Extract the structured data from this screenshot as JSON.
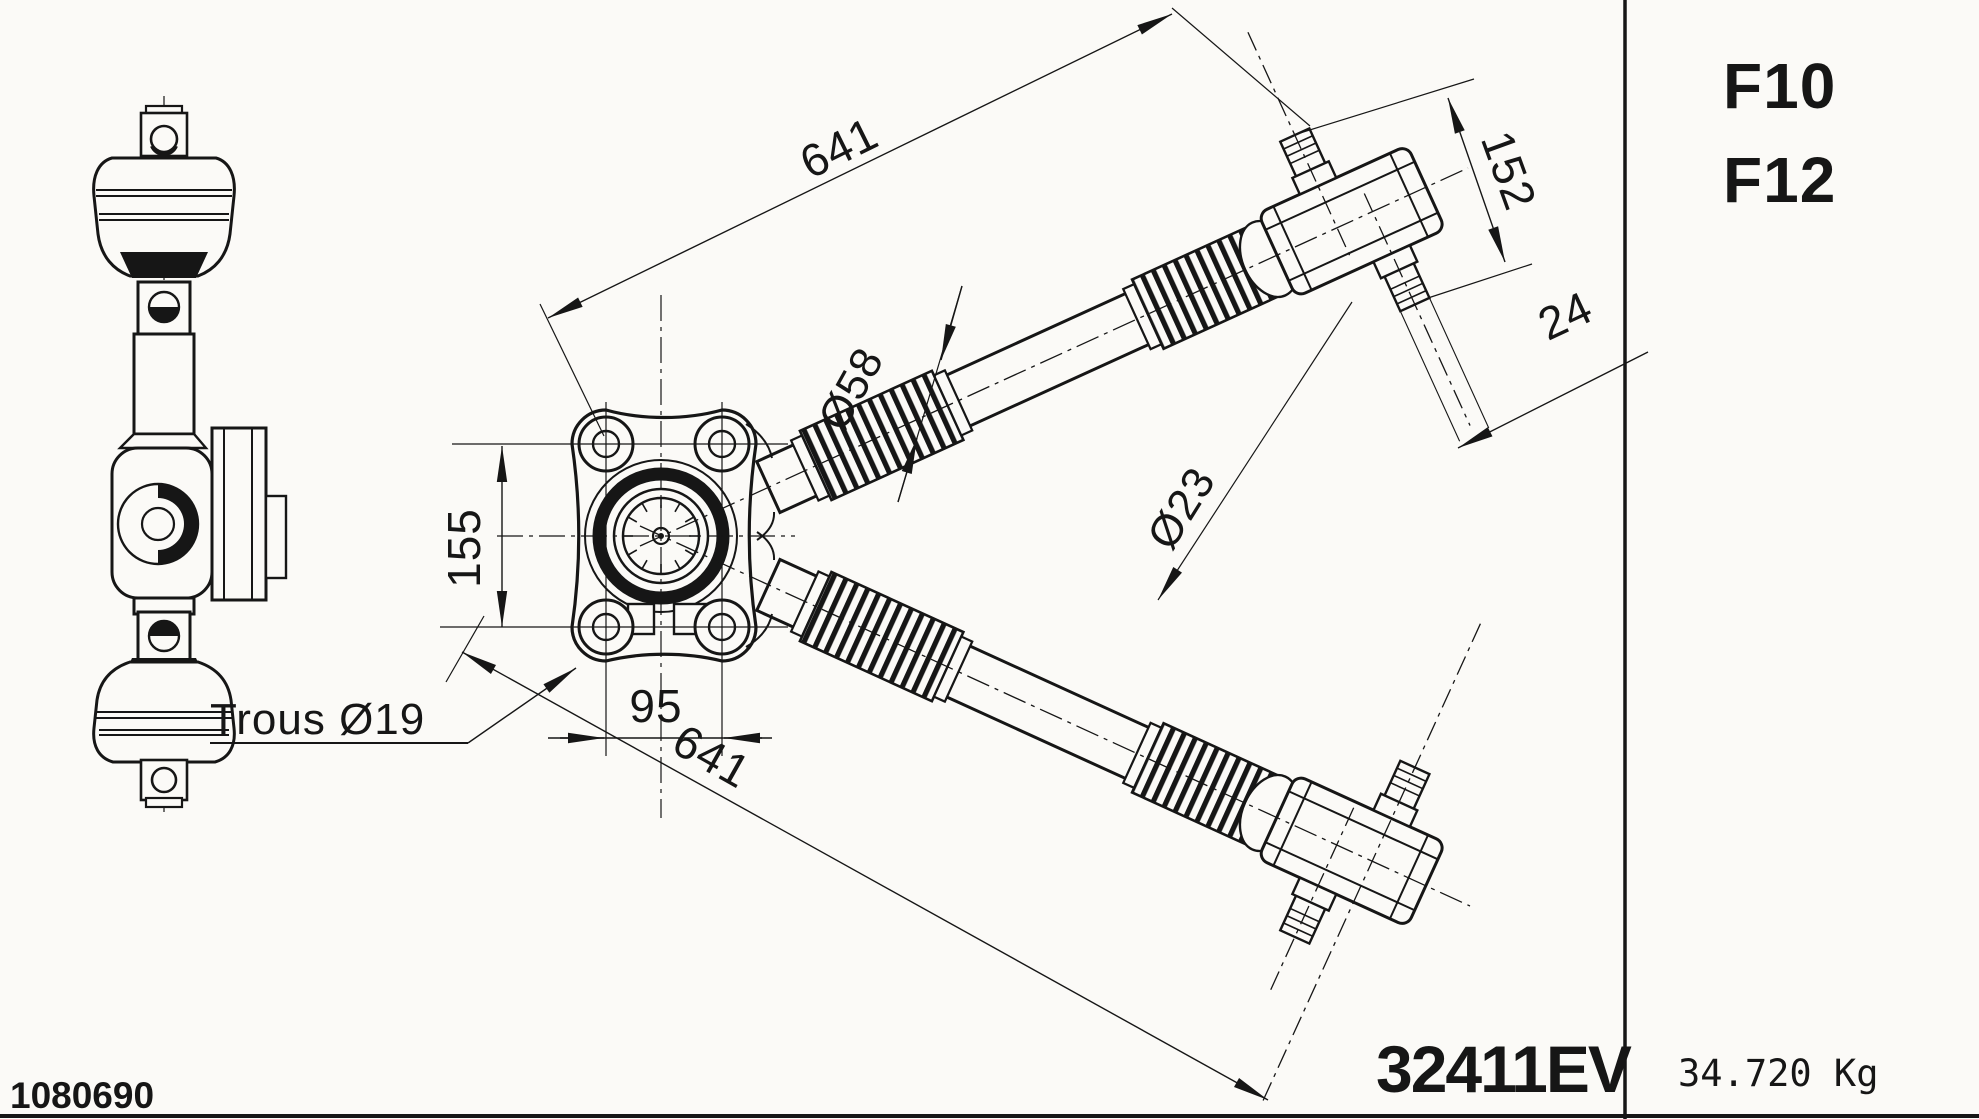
{
  "colors": {
    "ink": "#161616",
    "paper": "#fbfaf7"
  },
  "panel": {
    "model_top": "F10",
    "model_bottom": "F12",
    "weight": "34.720 Kg"
  },
  "title_block": {
    "part_number": "32411EV",
    "doc_number": "1080690"
  },
  "dims": {
    "upper_length": "641",
    "lower_length": "641",
    "bushing_width": "152",
    "pin_width": "24",
    "shaft_diameter": "Ø58",
    "flange_vertical": "155",
    "flange_horizontal": "95",
    "holes_note": "Trous Ø19",
    "pin_thread_diameter": "Ø23"
  }
}
